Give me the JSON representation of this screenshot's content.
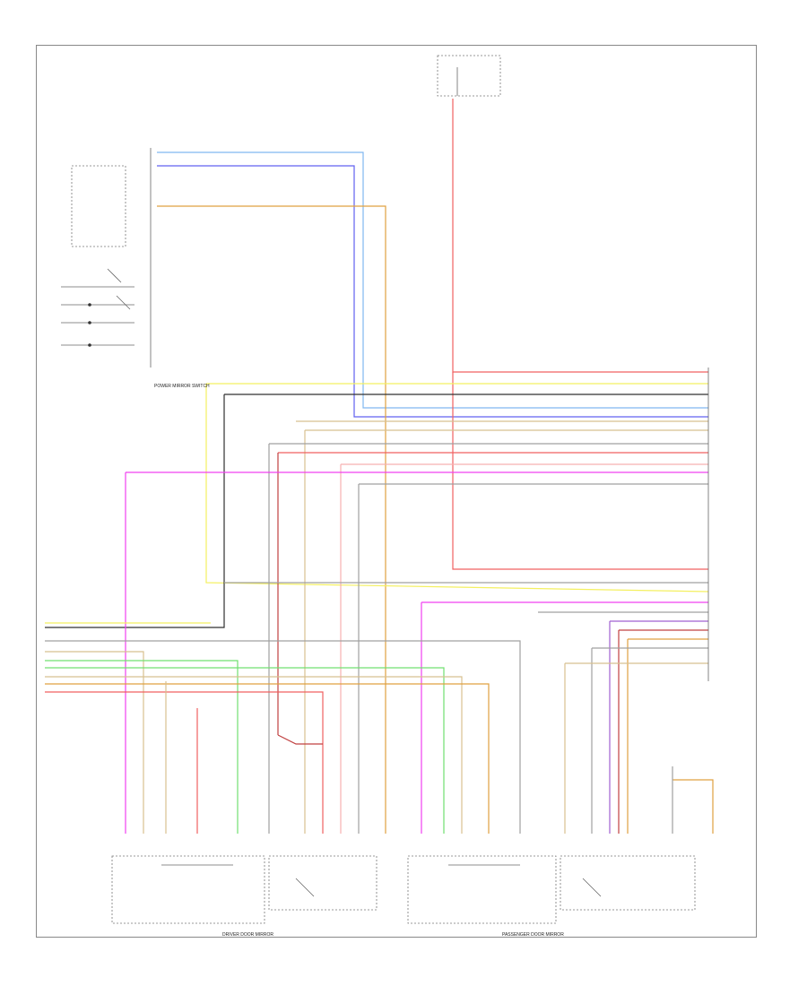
{
  "diagram": {
    "page_label": "",
    "captions": {
      "power_mirror_switch": "POWER MIRROR SWITCH",
      "driver_door_mirror": "DRIVER DOOR MIRROR",
      "passenger_door_mirror": "PASSENGER DOOR MIRROR"
    },
    "wire_colors": {
      "red": "#f06060",
      "pink": "#f7b0b0",
      "magenta": "#f040f0",
      "yellow": "#f4f060",
      "blue": "#6060f0",
      "light_blue": "#80b8f0",
      "green": "#70e070",
      "tan": "#d8c090",
      "orange": "#e0a040",
      "gray": "#a0a0a0",
      "black": "#303030",
      "violet": "#a060d0",
      "dark_red": "#c04040"
    }
  }
}
